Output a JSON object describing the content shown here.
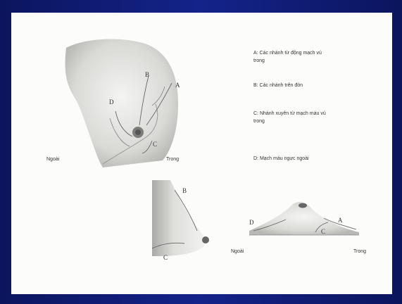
{
  "diagram": {
    "legend": [
      "A: Các nhánh từ động mạch vú trong",
      "B: Các nhánh trên đòn",
      "C: Nhánh xuyên từ mạch máu vú trong",
      "D: Mạch máu ngực ngoài"
    ],
    "front_view": {
      "label_outer": "Ngoài",
      "label_inner": "Trong",
      "letters": [
        "A",
        "B",
        "C",
        "D"
      ]
    },
    "side_view": {
      "letters": [
        "B",
        "C"
      ]
    },
    "cross_section": {
      "label_outer": "Ngoài",
      "label_inner": "Trong",
      "letters": [
        "A",
        "C",
        "D"
      ]
    }
  }
}
